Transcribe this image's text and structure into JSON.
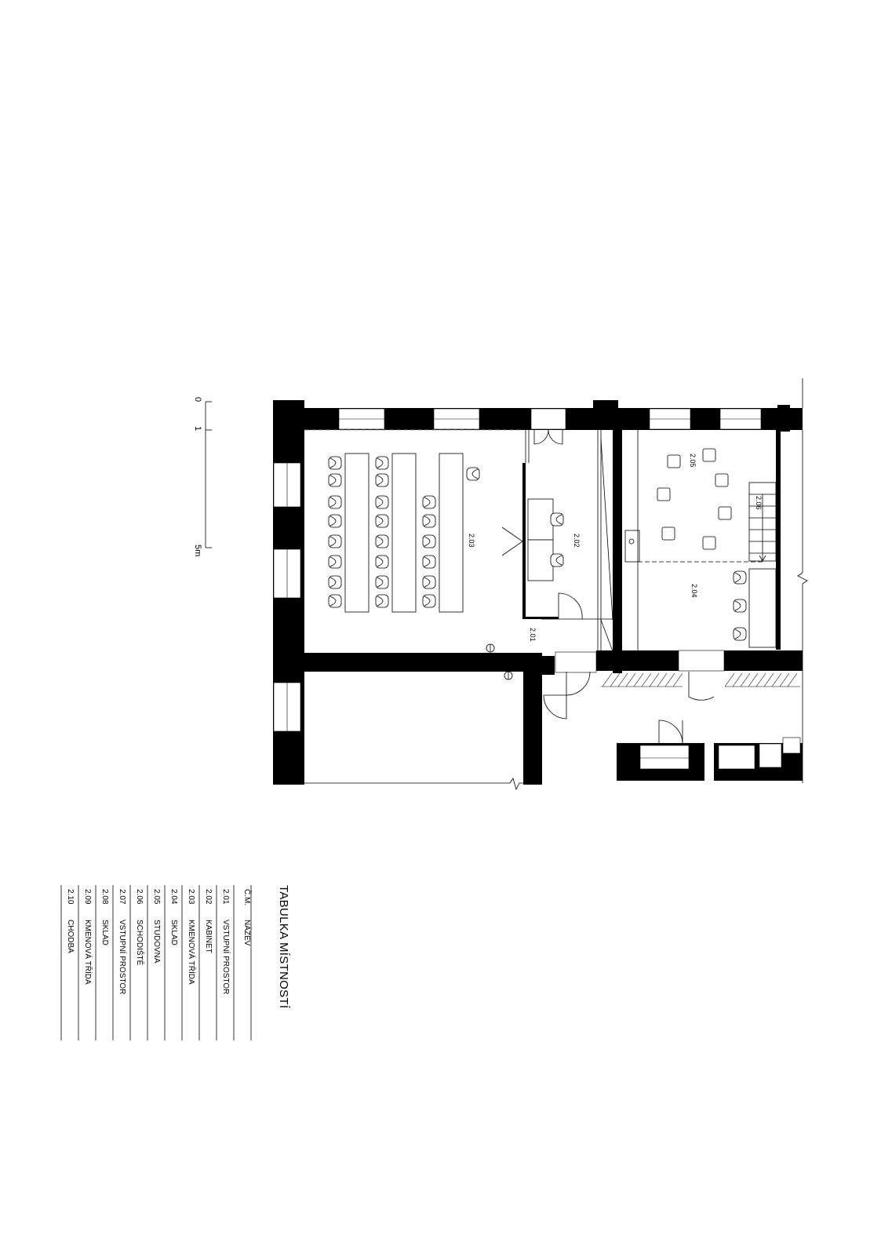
{
  "scale_bar": {
    "ticks": [
      "0",
      "1",
      "5m"
    ]
  },
  "room_labels": [
    "2.01",
    "2.02",
    "2.03",
    "2.04",
    "2.05",
    "2.06"
  ],
  "room_table": {
    "title": "TABULKA MÍSTNOSTÍ",
    "headers": {
      "number": "Č.M.",
      "name": "NÁZEV"
    },
    "rows": [
      {
        "number": "2.01",
        "name": "VSTUPNÍ PROSTOR"
      },
      {
        "number": "2.02",
        "name": "KABINET"
      },
      {
        "number": "2.03",
        "name": "KMENOVÁ TŘÍDA"
      },
      {
        "number": "2.04",
        "name": "SKLAD"
      },
      {
        "number": "2.05",
        "name": "STUDOVNA"
      },
      {
        "number": "2.06",
        "name": "SCHODIŠTĚ"
      },
      {
        "number": "2.07",
        "name": "VSTUPNÍ PROSTOR"
      },
      {
        "number": "2.08",
        "name": "SKLAD"
      },
      {
        "number": "2.09",
        "name": "KMENOVÁ TŘÍDA"
      },
      {
        "number": "2.10",
        "name": "CHODBA"
      }
    ]
  }
}
